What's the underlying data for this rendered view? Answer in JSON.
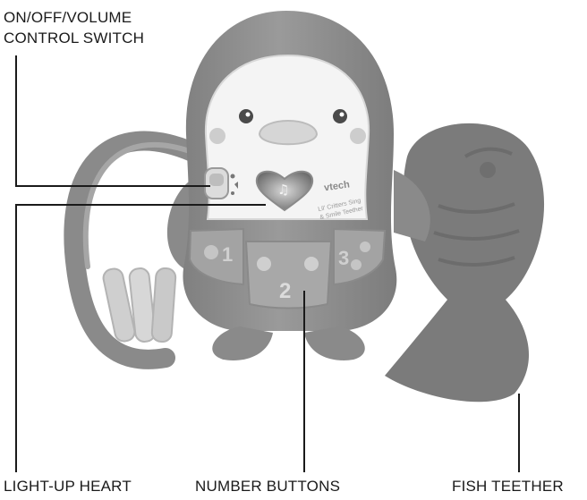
{
  "callouts": {
    "switch_line1": "ON/OFF/VOLUME",
    "switch_line2": "CONTROL SWITCH",
    "heart": "LIGHT-UP HEART",
    "number_buttons": "NUMBER BUTTONS",
    "fish_teether": "FISH TEETHER"
  },
  "toy": {
    "brand": "vtech",
    "product_line1": "Lil' Critters Sing",
    "product_line2": "& Smile Teether",
    "button_numbers": [
      "1",
      "2",
      "3"
    ]
  },
  "colors": {
    "body": "#8f8f8f",
    "face": "#f4f4f4",
    "teether": "#7b7b7b",
    "ring": "#cfcfcf",
    "line": "#1a1a1a"
  }
}
